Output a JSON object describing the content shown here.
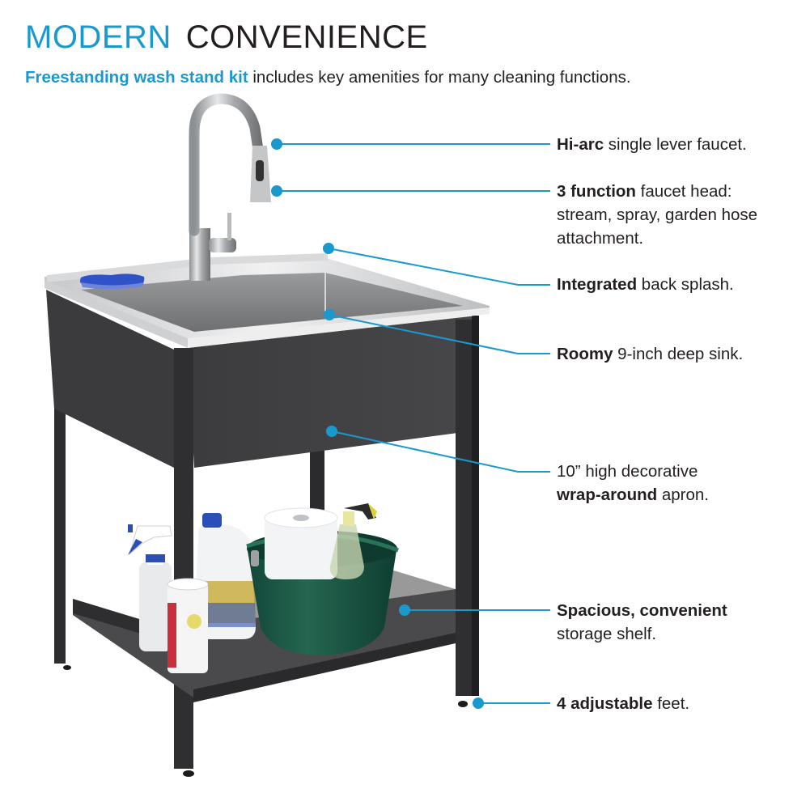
{
  "header": {
    "title_accent": "MODERN",
    "title_dark": "CONVENIENCE",
    "subtitle_accent": "Freestanding wash stand kit",
    "subtitle_rest": " includes key amenities for many cleaning functions."
  },
  "colors": {
    "accent": "#1a99cf",
    "text": "#231f20",
    "cabinet": "#3a3a3c",
    "steel": "#b9bbbd",
    "bucket": "#1f5a48"
  },
  "callouts": [
    {
      "id": "faucet",
      "bold": "Hi-arc",
      "rest": " single lever faucet.",
      "line2": "",
      "line3": ""
    },
    {
      "id": "faucet-head",
      "bold": "3 function",
      "rest": " faucet head:",
      "line2": "stream, spray, garden hose",
      "line3": "attachment."
    },
    {
      "id": "back-splash",
      "bold": "Integrated",
      "rest": " back splash.",
      "line2": "",
      "line3": ""
    },
    {
      "id": "deep-sink",
      "bold": "Roomy",
      "rest": " 9-inch deep sink.",
      "line2": "",
      "line3": ""
    },
    {
      "id": "apron",
      "pre": "10” high decorative",
      "bold": "wrap-around",
      "rest": " apron."
    },
    {
      "id": "shelf",
      "bold": "Spacious, convenient",
      "rest": "",
      "line2": "storage shelf."
    },
    {
      "id": "feet",
      "bold": "4 adjustable",
      "rest": " feet."
    }
  ],
  "illustration": {
    "items_on_shelf": [
      "spray bottle",
      "bleach jug",
      "wipes canister",
      "green bucket",
      "paper towel roll",
      "dish soap bottle"
    ],
    "countertop_item": "blue sponge"
  }
}
